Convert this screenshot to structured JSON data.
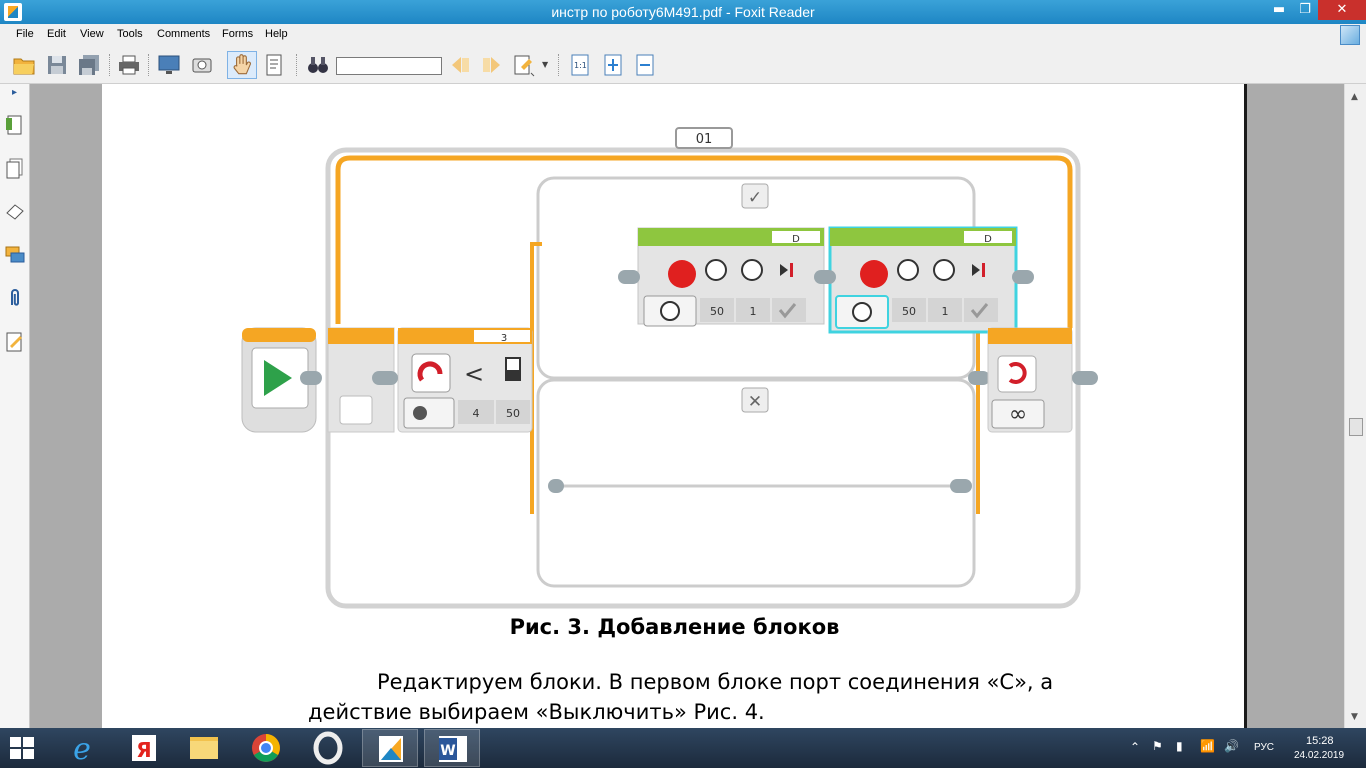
{
  "window": {
    "title": "инстр по роботу6М491.pdf - Foxit Reader",
    "minimize": "▬",
    "maximize": "❐",
    "close": "✕"
  },
  "menu": [
    "File",
    "Edit",
    "View",
    "Tools",
    "Comments",
    "Forms",
    "Help"
  ],
  "toolbar": {
    "find_value": "",
    "tools": [
      "open-icon",
      "save-icon",
      "save-all-icon",
      "print-icon",
      "fullscreen-icon",
      "snapshot-icon",
      "hand-tool-icon",
      "select-text-icon",
      "find-binoculars-icon",
      "prev-result-icon",
      "next-result-icon",
      "highlight-icon",
      "actual-size-icon",
      "fit-page-icon",
      "fit-width-icon"
    ]
  },
  "sidebar": {
    "toggle": "▸",
    "items": [
      "bookmarks-icon",
      "pages-icon",
      "layers-icon",
      "comments-icon",
      "attachments-icon",
      "signatures-icon"
    ]
  },
  "figure": {
    "loop_counter": "01",
    "switch_true": "✓",
    "switch_false": "✕",
    "compare_port": "3",
    "compare_op": "<",
    "compare_threshold": "4",
    "compare_value": "50",
    "motor1": {
      "port": "D",
      "power": "50",
      "rotations": "1"
    },
    "motor2": {
      "port": "D",
      "power": "50",
      "rotations": "1"
    },
    "loop_end": "∞"
  },
  "document": {
    "caption": "Рис. 3. Добавление блоков",
    "paragraph_line1": "Редактируем   блоки.   В   первом   блоке   порт   соединения   «С»,   а",
    "paragraph_line2": "действие выбираем «Выключить» Рис. 4."
  },
  "taskbar": {
    "apps": [
      "start-icon",
      "internet-explorer-icon",
      "yandex-browser-icon",
      "file-explorer-icon",
      "chrome-icon",
      "opera-icon",
      "foxit-reader-icon",
      "word-icon"
    ],
    "open_apps": [
      6,
      7
    ],
    "tray_lang": "РУС",
    "time": "15:28",
    "date": "24.02.2019"
  },
  "colors": {
    "loop_orange": "#f5a623",
    "motor_green": "#8ec63f",
    "selected_cyan": "#3fd3e0",
    "motor_red": "#e0201f",
    "start_green": "#2ea14a"
  }
}
